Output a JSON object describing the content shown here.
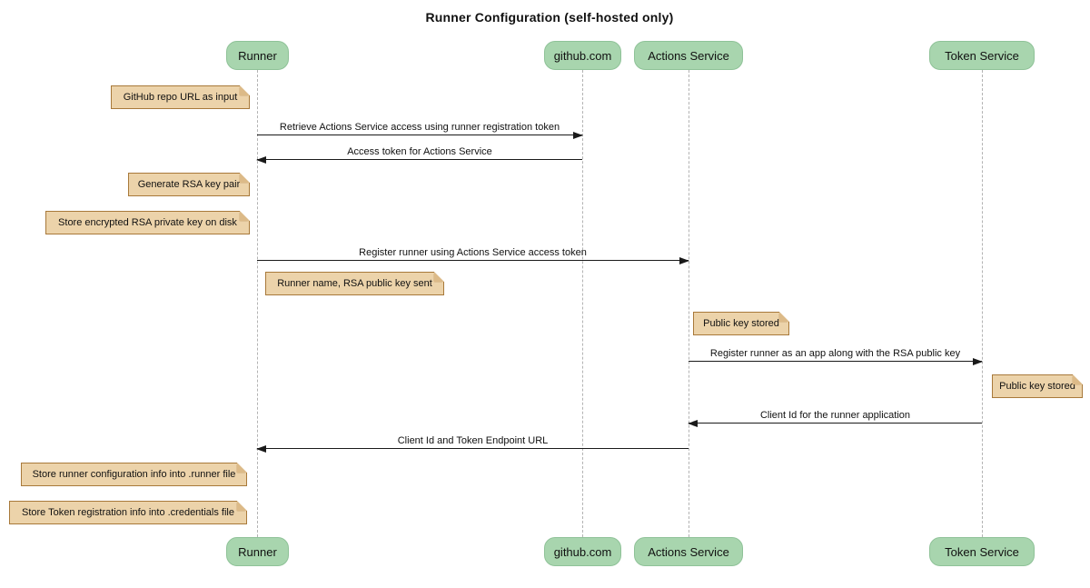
{
  "title": "Runner Configuration (self-hosted only)",
  "participants": [
    {
      "name": "Runner"
    },
    {
      "name": "github.com"
    },
    {
      "name": "Actions Service"
    },
    {
      "name": "Token Service"
    }
  ],
  "messages": [
    {
      "from": "Runner",
      "to": "github.com",
      "label": "Retrieve Actions Service access using runner registration token"
    },
    {
      "from": "github.com",
      "to": "Runner",
      "label": "Access token for Actions Service"
    },
    {
      "from": "Runner",
      "to": "Actions Service",
      "label": "Register runner using Actions Service access token"
    },
    {
      "from": "Actions Service",
      "to": "Token Service",
      "label": "Register runner as an app along with the RSA public key"
    },
    {
      "from": "Token Service",
      "to": "Actions Service",
      "label": "Client Id for the runner application"
    },
    {
      "from": "Actions Service",
      "to": "Runner",
      "label": "Client Id and Token Endpoint URL"
    }
  ],
  "notes": [
    {
      "anchor": "Runner",
      "side": "left",
      "text": "GitHub repo URL as input"
    },
    {
      "anchor": "Runner",
      "side": "left",
      "text": "Generate RSA key pair"
    },
    {
      "anchor": "Runner",
      "side": "left",
      "text": "Store encrypted RSA private key on disk"
    },
    {
      "anchor": "Runner",
      "side": "right",
      "text": "Runner name, RSA public key sent"
    },
    {
      "anchor": "Actions Service",
      "side": "right",
      "text": "Public key stored"
    },
    {
      "anchor": "Token Service",
      "side": "right",
      "text": "Public key stored"
    },
    {
      "anchor": "Runner",
      "side": "left",
      "text": "Store runner configuration info into .runner file"
    },
    {
      "anchor": "Runner",
      "side": "left",
      "text": "Store Token registration info into .credentials file"
    }
  ],
  "colors": {
    "participant_fill": "#a8d5ae",
    "participant_border": "#8fc298",
    "note_fill": "#ecd3aa",
    "note_border": "#a8793a",
    "note_fold": "#dcba88",
    "lifeline": "#b3b3b3",
    "arrow": "#1a1a1a",
    "background": "#ffffff"
  }
}
